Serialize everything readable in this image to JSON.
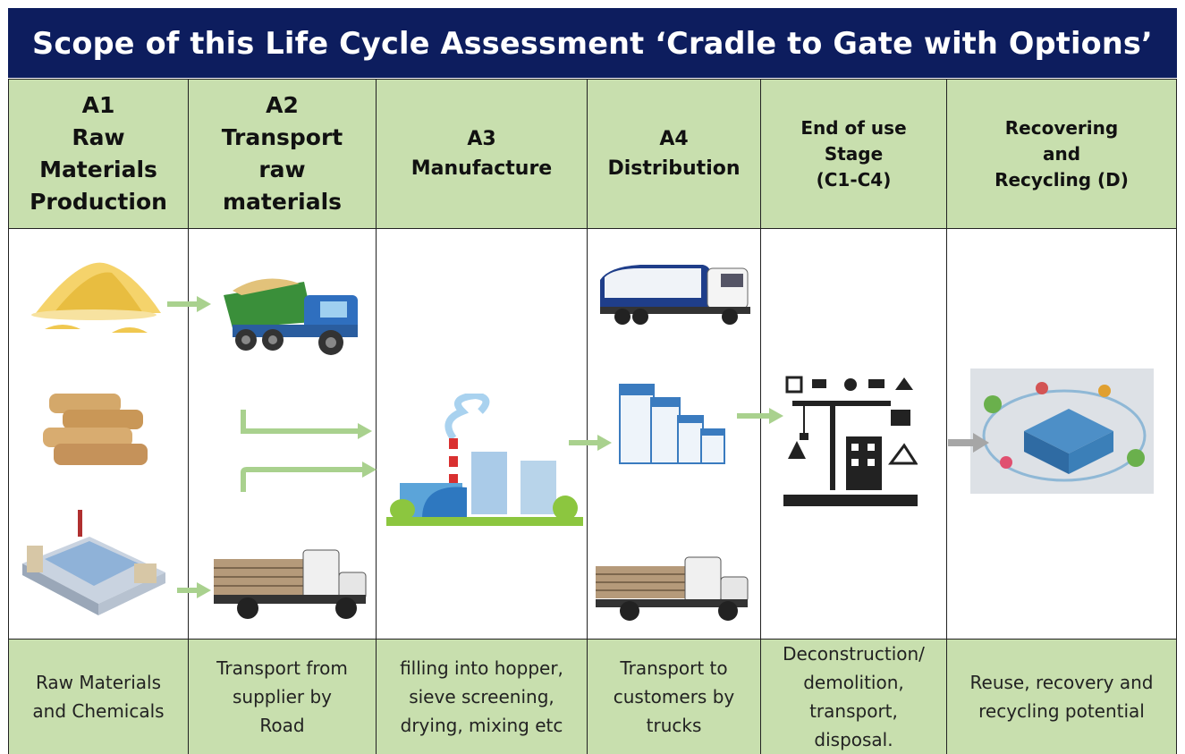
{
  "title": "Scope of this Life Cycle Assessment ‘Cradle to Gate with Options’",
  "columns": [
    {
      "header": "A1\nRaw\nMaterials\nProduction",
      "footer": "Raw Materials\nand Chemicals"
    },
    {
      "header": "A2\nTransport\nraw\nmaterials",
      "footer": "Transport from\nsupplier by\nRoad"
    },
    {
      "header": "A3\nManufacture",
      "footer": "filling into hopper,\nsieve screening,\ndrying, mixing etc"
    },
    {
      "header": "A4\nDistribution",
      "footer": "Transport to\ncustomers by\ntrucks"
    },
    {
      "header": "End of use\nStage\n(C1-C4)",
      "footer": "Deconstruction/\ndemolition,\ntransport,\ndisposal."
    },
    {
      "header": "Recovering\nand\nRecycling (D)",
      "footer": "Reuse, recovery and\nrecycling potential"
    }
  ],
  "colors": {
    "title_bg": "#0d1d5e",
    "cell_bg": "#c8dfae",
    "arrow_green": "#a9d18e",
    "arrow_grey": "#a6a6a6"
  },
  "illustrations": [
    "sand-pile",
    "dump-truck",
    "cement-bags",
    "flatbed-truck",
    "factory-building",
    "factory-smoke",
    "tanker-truck",
    "product-bags",
    "construction-icons",
    "recycling-facility"
  ]
}
